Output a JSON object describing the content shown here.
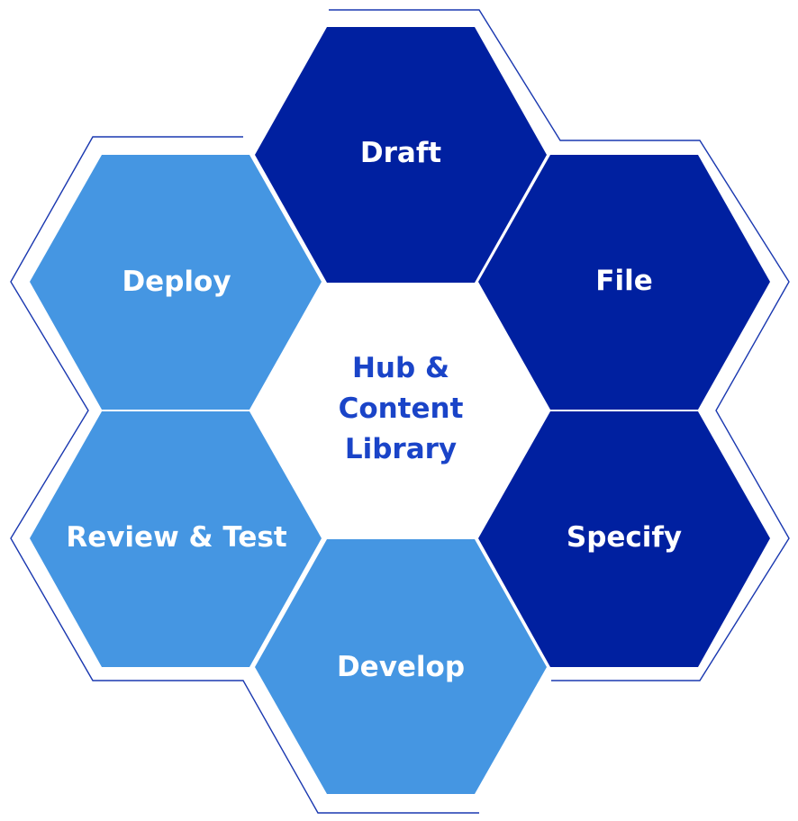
{
  "colors": {
    "dark_blue": "#0020a0",
    "light_blue": "#4596e2",
    "outline": "#1a38b0",
    "center_text": "#1a44c8",
    "background": "#ffffff"
  },
  "center": {
    "lines": [
      "Hub &",
      "Content",
      "Library"
    ]
  },
  "hexagons": [
    {
      "id": "draft",
      "label": "Draft",
      "color": "dark_blue"
    },
    {
      "id": "file",
      "label": "File",
      "color": "dark_blue"
    },
    {
      "id": "specify",
      "label": "Specify",
      "color": "dark_blue"
    },
    {
      "id": "develop",
      "label": "Develop",
      "color": "light_blue"
    },
    {
      "id": "review-test",
      "label": "Review & Test",
      "color": "light_blue"
    },
    {
      "id": "deploy",
      "label": "Deploy",
      "color": "light_blue"
    }
  ]
}
